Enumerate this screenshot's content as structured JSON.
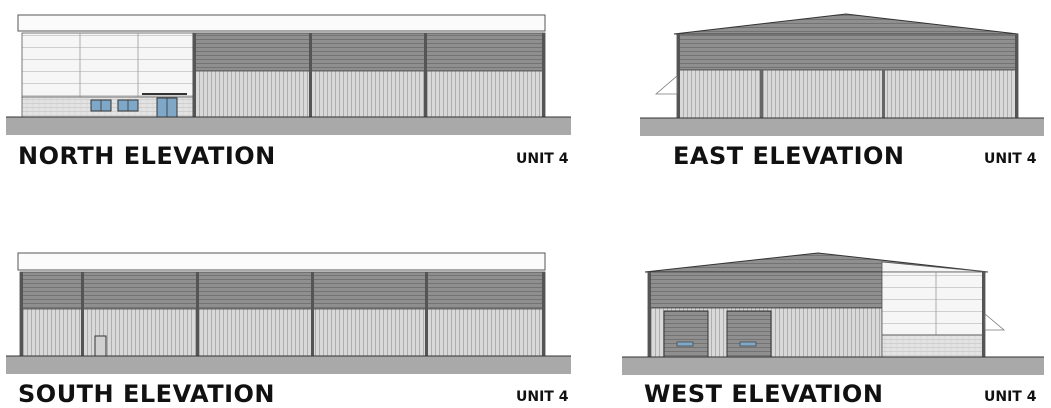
{
  "elevations": [
    {
      "id": "north",
      "title": "NORTH ELEVATION",
      "unit": "UNIT 4"
    },
    {
      "id": "east",
      "title": "EAST ELEVATION",
      "unit": "UNIT 4"
    },
    {
      "id": "south",
      "title": "SOUTH ELEVATION",
      "unit": "UNIT 4"
    },
    {
      "id": "west",
      "title": "WEST ELEVATION",
      "unit": "UNIT 4"
    }
  ],
  "colors": {
    "ground": "#a9a9a9",
    "upper_cladding": "#8f8f8f",
    "lower_cladding": "#d6d6d6",
    "office_cladding": "#f6f6f6",
    "outline": "#3a3a3a",
    "window_glass": "#7fa8c8"
  }
}
